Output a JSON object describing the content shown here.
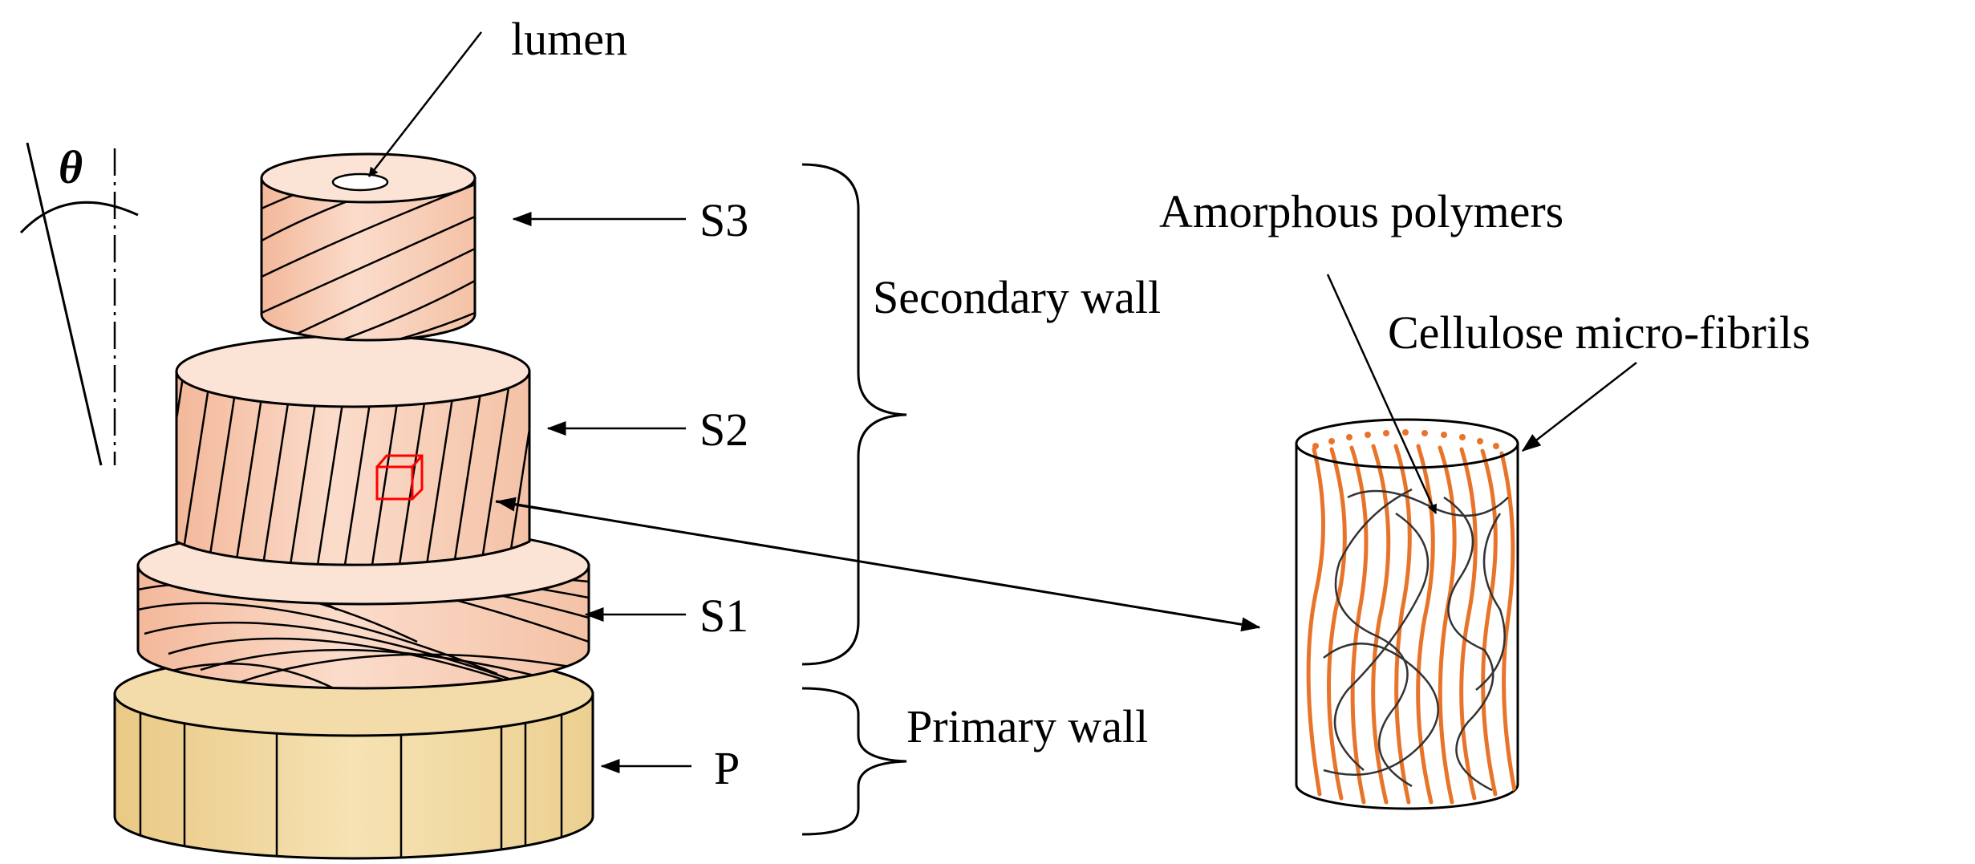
{
  "labels": {
    "lumen": "lumen",
    "theta": "θ",
    "s3": "S3",
    "s2": "S2",
    "s1": "S1",
    "p": "P",
    "secondary_wall": "Secondary wall",
    "primary_wall": "Primary wall",
    "amorphous_polymers": "Amorphous polymers",
    "cellulose_microfibrils": "Cellulose micro-fibrils"
  },
  "colors": {
    "secondary_layer_fill": "#f6c9b0",
    "secondary_layer_light": "#fde8dc",
    "primary_wall_fill": "#eed49a",
    "microfibril": "#e8742a",
    "highlight_cube": "#ff0000",
    "line": "#000000"
  }
}
